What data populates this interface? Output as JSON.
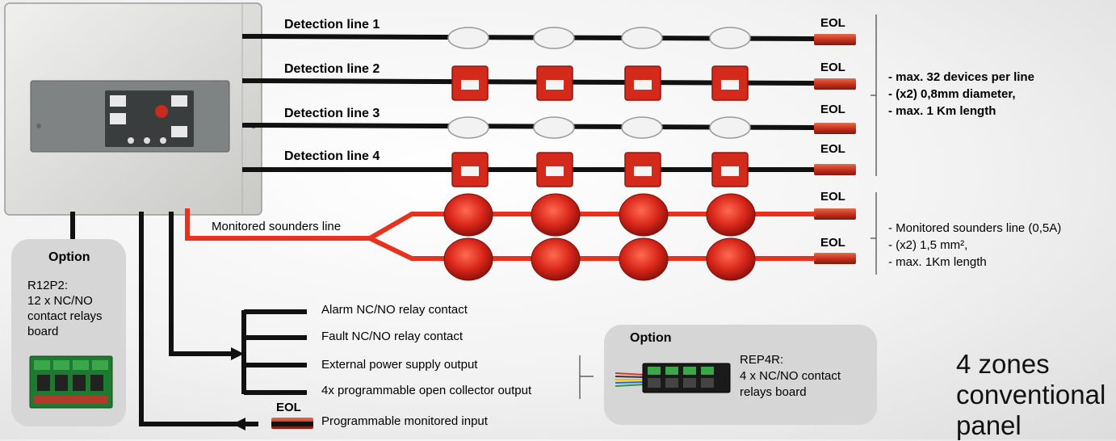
{
  "detection_lines": [
    {
      "label": "Detection line 1",
      "device": "smoke-detector",
      "eol": "EOL"
    },
    {
      "label": "Detection line 2",
      "device": "call-point",
      "eol": "EOL"
    },
    {
      "label": "Detection line 3",
      "device": "smoke-detector",
      "eol": "EOL"
    },
    {
      "label": "Detection line 4",
      "device": "call-point",
      "eol": "EOL"
    }
  ],
  "detection_notes": [
    "- max. 32 devices per line",
    "- (x2) 0,8mm diameter,",
    "- max. 1 Km length"
  ],
  "sounders": {
    "label": "Monitored sounders line",
    "eol_top": "EOL",
    "eol_bottom": "EOL",
    "notes": [
      "- Monitored sounders line (0,5A)",
      "- (x2) 1,5 mm²,",
      "- max. 1Km length"
    ]
  },
  "outputs": [
    "Alarm NC/NO relay contact",
    "Fault NC/NO relay contact",
    "External power supply output",
    "4x programmable open collector output",
    "Programmable monitored input"
  ],
  "input_eol": "EOL",
  "option_left": {
    "title": "Option",
    "lines": [
      "R12P2:",
      "12 x NC/NO",
      "contact relays",
      "board"
    ]
  },
  "option_right": {
    "title": "Option",
    "lines": [
      "REP4R:",
      "4 x NC/NO contact",
      "relays board"
    ]
  },
  "panel_title": [
    "4 zones",
    "conventional",
    "panel"
  ],
  "colors": {
    "wire": "#111111",
    "sounder_wire": "#e8321e",
    "device_red": "#d42a1c",
    "eol": "#c8321e"
  }
}
